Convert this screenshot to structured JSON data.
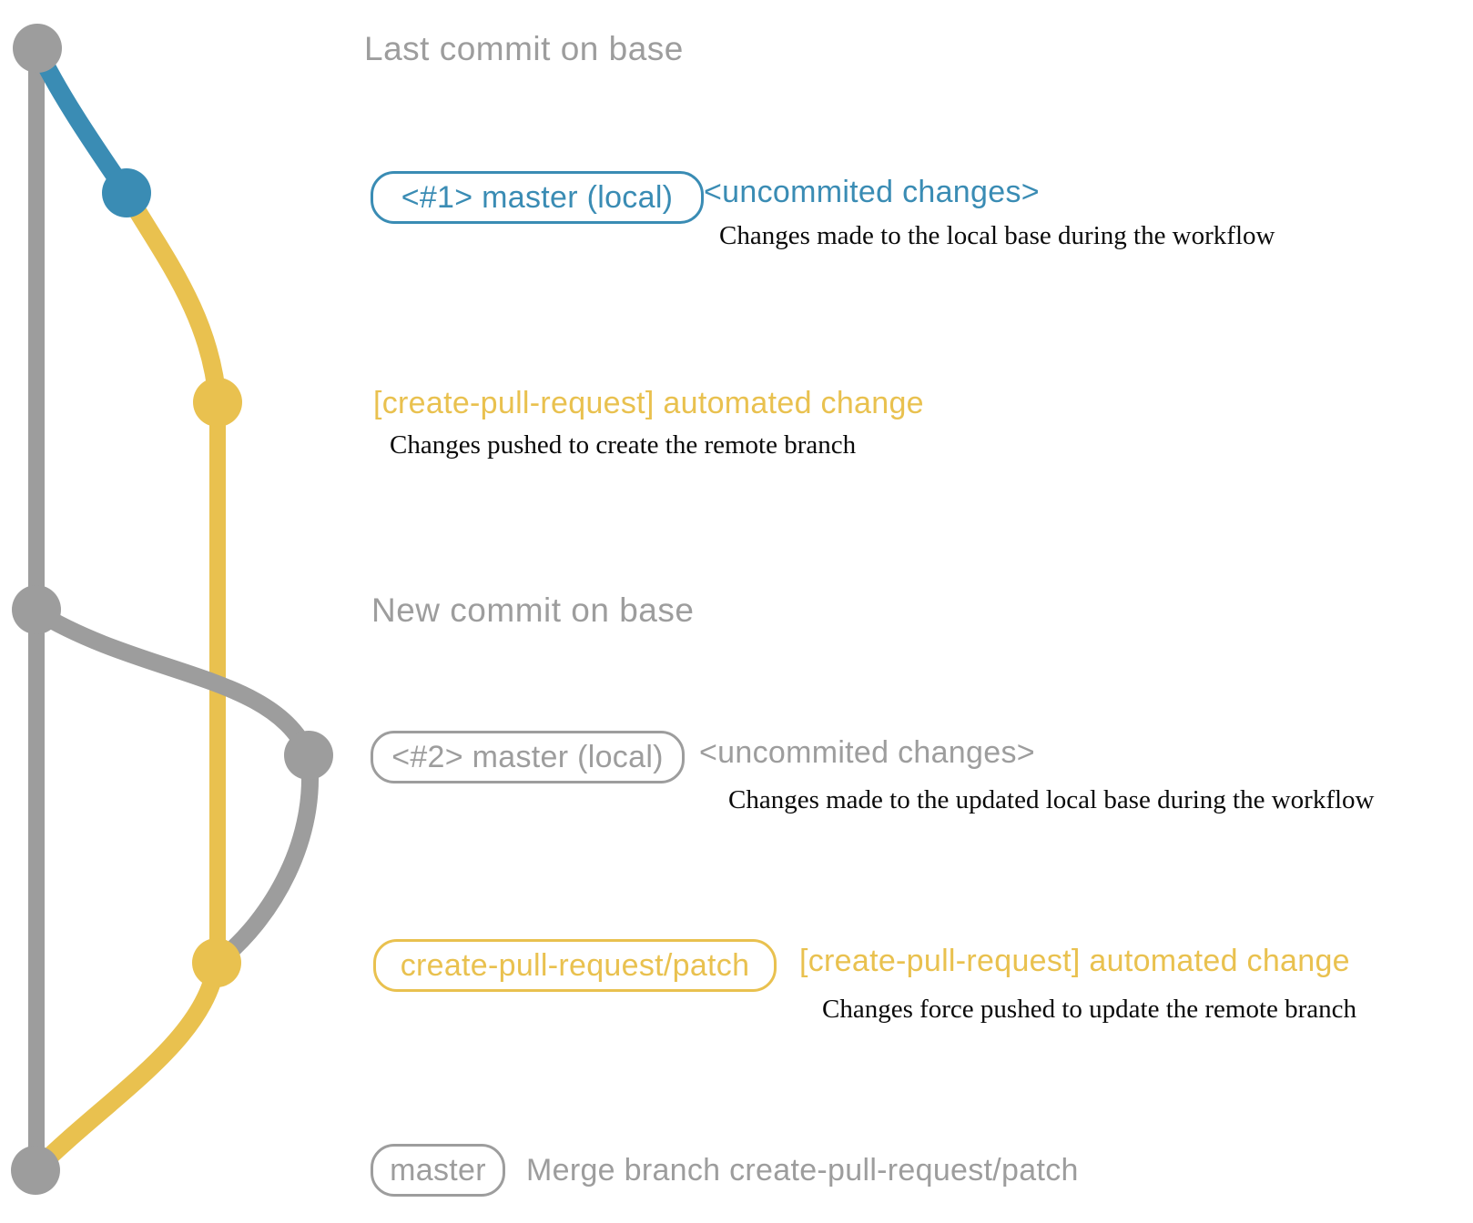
{
  "colors": {
    "base": "#9d9d9d",
    "local": "#3a8cb4",
    "remote": "#e9c14f",
    "ink": "#0a0a0a",
    "bg": "#ffffff"
  },
  "graph": {
    "commit_dots": [
      {
        "id": "last-commit-on-base",
        "branch_color": "base"
      },
      {
        "id": "uncommitted-changes-1",
        "branch_color": "local"
      },
      {
        "id": "automated-change-1",
        "branch_color": "remote"
      },
      {
        "id": "new-commit-on-base",
        "branch_color": "base"
      },
      {
        "id": "uncommitted-changes-2",
        "branch_color": "base"
      },
      {
        "id": "automated-change-2",
        "branch_color": "remote"
      },
      {
        "id": "merge-commit",
        "branch_color": "base"
      }
    ]
  },
  "annotations": {
    "row1": {
      "title": "Last commit on base"
    },
    "row2": {
      "pill": "<#1> master (local)",
      "note": "<uncommited changes>",
      "detail": "Changes made to the local base during the workflow"
    },
    "row3": {
      "note": "[create-pull-request] automated change",
      "detail": "Changes pushed to create the remote branch"
    },
    "row4": {
      "title": "New commit on base"
    },
    "row5": {
      "pill": "<#2> master (local)",
      "note": "<uncommited changes>",
      "detail": "Changes made to the updated local base during the workflow"
    },
    "row6": {
      "pill": "create-pull-request/patch",
      "note": "[create-pull-request] automated change",
      "detail": "Changes force pushed to update the remote branch"
    },
    "row7": {
      "pill": "master",
      "note": "Merge branch create-pull-request/patch"
    }
  }
}
